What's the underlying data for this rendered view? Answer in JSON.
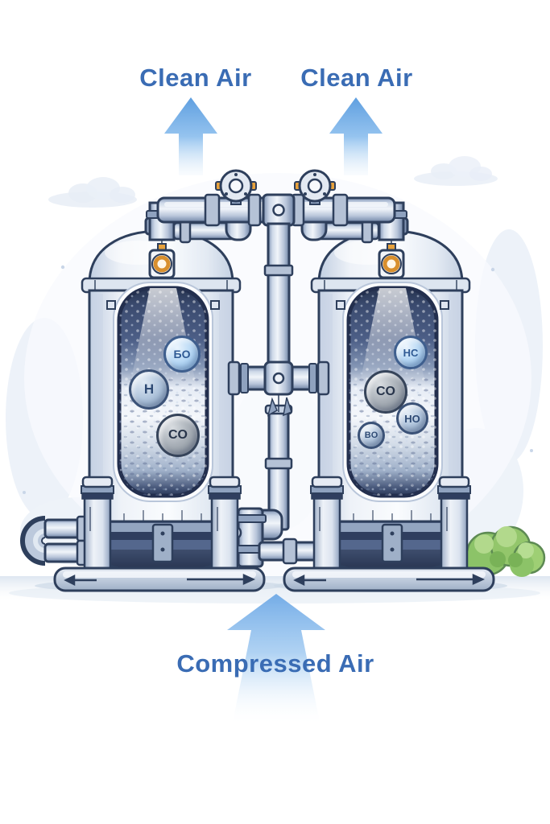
{
  "labels": {
    "clean_air_left": "Clean Air",
    "clean_air_right": "Clean Air",
    "compressed_air": "Compressed Air"
  },
  "tanks": {
    "left": {
      "bubbles": [
        {
          "label": "БО"
        },
        {
          "label": "H"
        },
        {
          "label": "CO"
        }
      ]
    },
    "right": {
      "bubbles": [
        {
          "label": "HC"
        },
        {
          "label": "CO"
        },
        {
          "label": "HO"
        },
        {
          "label": "BO"
        }
      ]
    }
  },
  "colors": {
    "label_blue": "#3a6cb4",
    "arrow_blue": "#7fb5ea",
    "pipe_outline": "#2e3f5c",
    "gauge_orange": "#e8a23c",
    "bush_green": "#8cc063"
  }
}
